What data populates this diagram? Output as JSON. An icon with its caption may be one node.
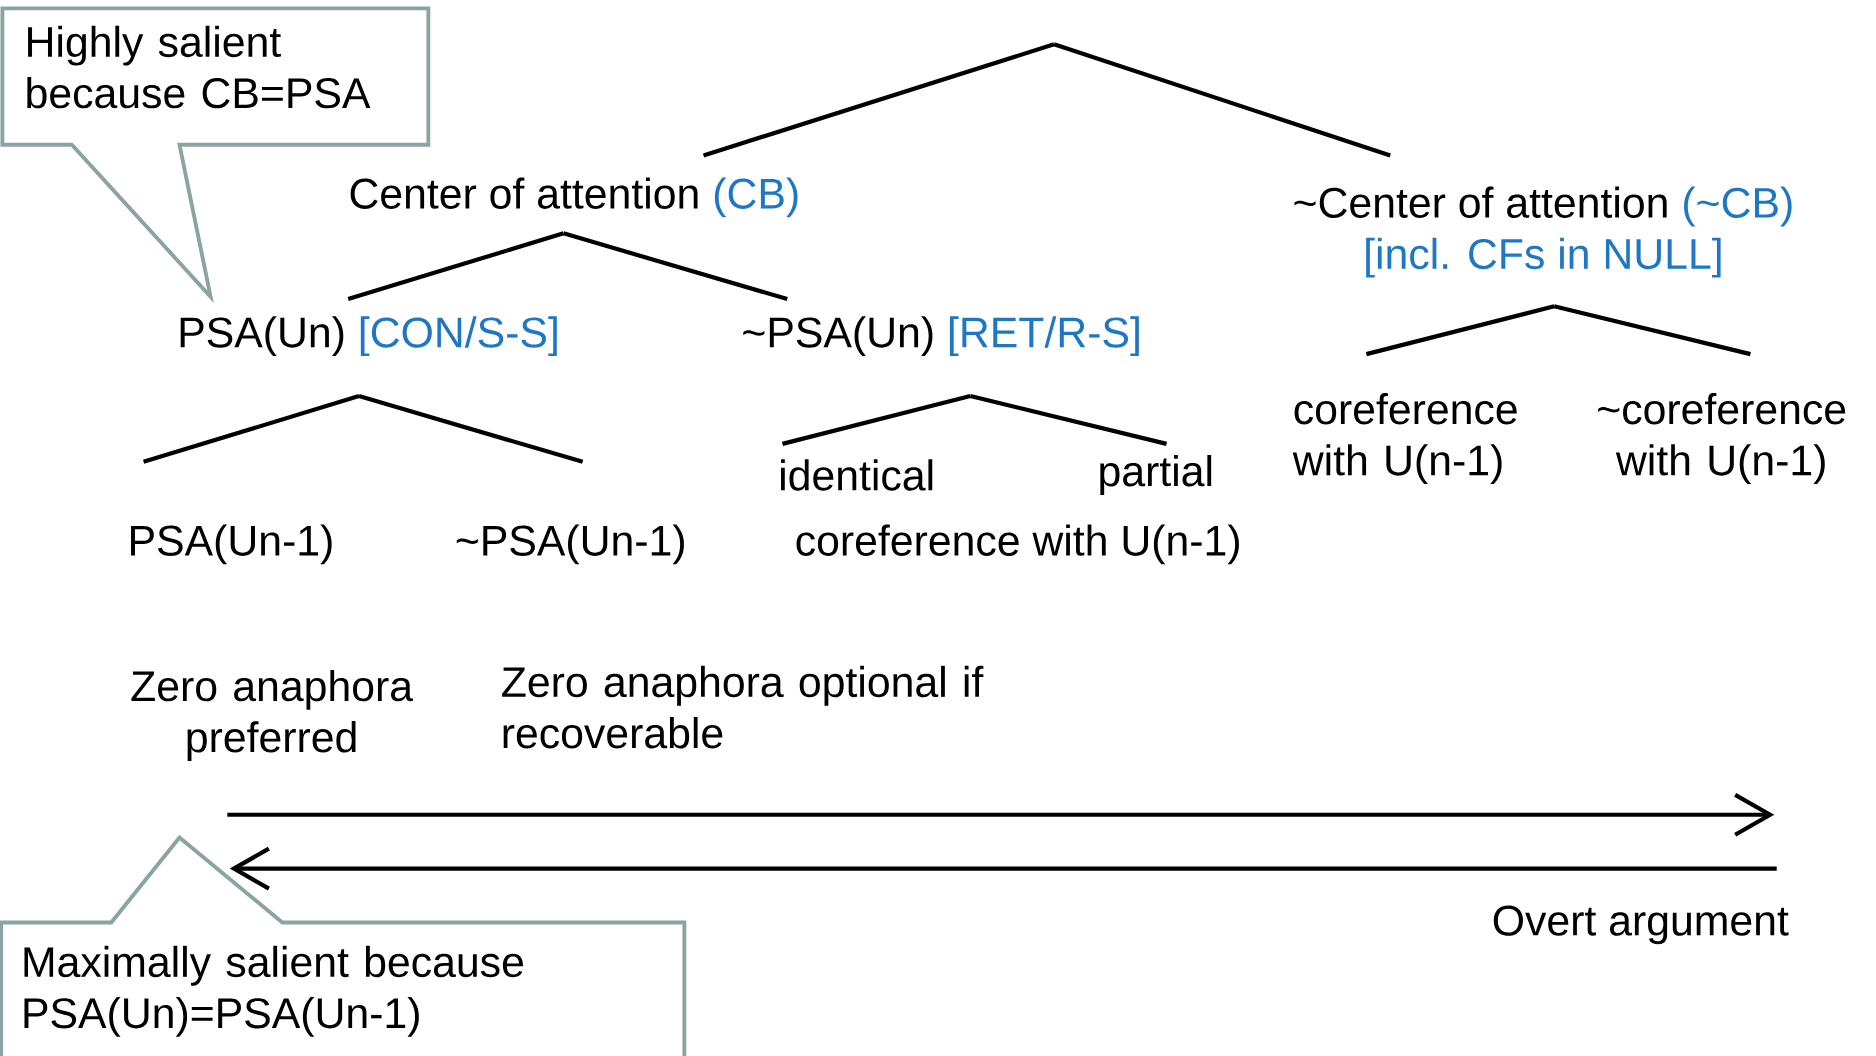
{
  "diagram": {
    "nodes": [
      {
        "text": [
          "Highly salient because CB=PSA"
        ]
      },
      {
        "text": [
          "Center of attention",
          "(CB)"
        ]
      },
      {
        "text": [
          "~Center of attention",
          "(~CB)",
          "[incl. CFs in NULL]"
        ]
      },
      {
        "text": [
          "PSA(Un)",
          "[CON/S-S]"
        ]
      },
      {
        "text": [
          "~PSA(Un)",
          "[RET/R-S]"
        ]
      },
      {
        "text": [
          "coreference with U(n-1)"
        ]
      },
      {
        "text": [
          "~coreference with U(n-1)"
        ]
      },
      {
        "text": [
          "PSA(Un-1)"
        ]
      },
      {
        "text": [
          "~PSA(Un-1)"
        ]
      },
      {
        "text": [
          "identical"
        ]
      },
      {
        "text": [
          "partial"
        ]
      },
      {
        "text": [
          "Maximally salient because PSA(Un)=PSA(Un-1)"
        ]
      }
    ],
    "edges": [
      {
        "from": null,
        "to": 1,
        "arrow": "none"
      },
      {
        "from": null,
        "to": 2,
        "arrow": "none"
      },
      {
        "from": 1,
        "to": 3,
        "arrow": "none"
      },
      {
        "from": 1,
        "to": 4,
        "arrow": "none"
      },
      {
        "from": 3,
        "to": 7,
        "arrow": "none"
      },
      {
        "from": 3,
        "to": 8,
        "arrow": "none"
      },
      {
        "from": 4,
        "to": 9,
        "arrow": "none"
      },
      {
        "from": 4,
        "to": 10,
        "arrow": "none"
      },
      {
        "from": 2,
        "to": 5,
        "arrow": "none"
      },
      {
        "from": 2,
        "to": 6,
        "arrow": "none"
      }
    ],
    "labels": [
      "coreference with U(n-1)",
      "Zero anaphora preferred",
      "Zero anaphora optional if recoverable",
      "Overt argument"
    ]
  }
}
